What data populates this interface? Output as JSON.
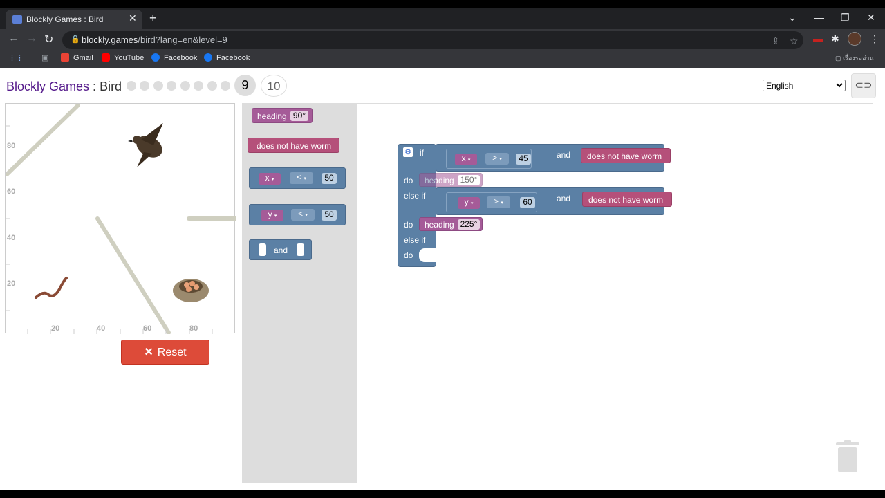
{
  "browser": {
    "tab_title": "Blockly Games : Bird",
    "url_host": "blockly.games",
    "url_path": "/bird?lang=en&level=9",
    "bookmarks": [
      {
        "label": "Gmail",
        "color": "#ea4335"
      },
      {
        "label": "YouTube",
        "color": "#ff0000"
      },
      {
        "label": "Facebook",
        "color": "#1877f2"
      },
      {
        "label": "Facebook",
        "color": "#1877f2"
      }
    ],
    "reading_list": "เรื่องรออ่าน"
  },
  "header": {
    "title_link": "Blockly Games",
    "title_sep": " : ",
    "title_game": "Bird",
    "current_level": "9",
    "next_level": "10",
    "language": "English",
    "language_options": [
      "English"
    ]
  },
  "visual": {
    "y_ticks": [
      "80",
      "60",
      "40",
      "20"
    ],
    "x_ticks": [
      "20",
      "40",
      "60",
      "80"
    ]
  },
  "reset_label": "Reset",
  "toolbox": {
    "heading_label": "heading",
    "heading_value": "90°",
    "worm_label": "does not have worm",
    "compare1": {
      "var": "x",
      "op": "<",
      "value": "50"
    },
    "compare2": {
      "var": "y",
      "op": "<",
      "value": "50"
    },
    "and_label": "and"
  },
  "program": {
    "if_label": "if",
    "do_label": "do",
    "elseif_label": "else if",
    "cond1": {
      "var": "x",
      "op": ">",
      "value": "45"
    },
    "and_label": "and",
    "worm_label": "does not have worm",
    "heading_label": "heading",
    "heading1_value": "150°",
    "cond2": {
      "var": "y",
      "op": ">",
      "value": "60"
    },
    "heading2_value": "225°"
  },
  "colors": {
    "heading_block": "#a55b98",
    "worm_block": "#b5507a",
    "logic_block": "#5b80a5",
    "reset_button": "#dd4b39"
  }
}
